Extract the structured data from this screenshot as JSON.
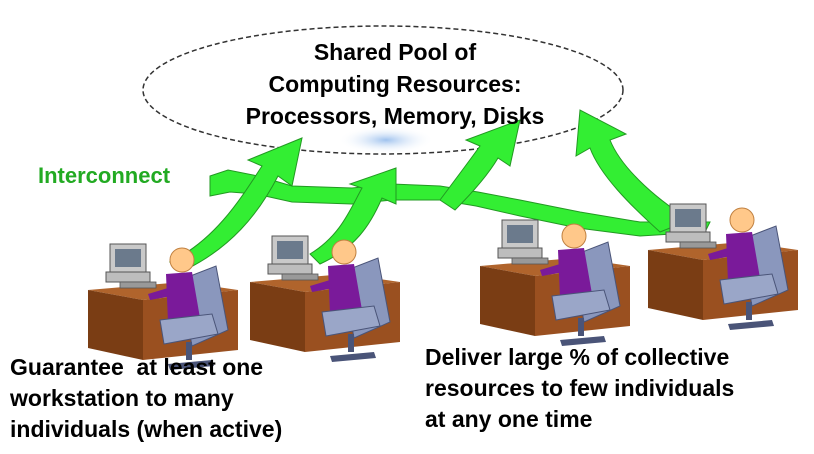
{
  "cloud": {
    "lines": [
      "Shared Pool of",
      "Computing Resources:",
      "Processors, Memory, Disks"
    ]
  },
  "interconnect_label": "Interconnect",
  "captions": {
    "left": [
      "Guarantee  at least one",
      "workstation to many",
      "individuals (when active)"
    ],
    "right": [
      "Deliver large % of collective",
      "resources to few individuals",
      "at any one time"
    ]
  },
  "colors": {
    "arrow_fill": "#33ee33",
    "arrow_dark": "#229922",
    "interconnect_text": "#22aa22",
    "desk": "#8b4a1c",
    "chair": "#8090b8",
    "person_body": "#7a1a9a",
    "skin": "#ffc88a"
  },
  "workstation_icons": [
    "workstation-person-icon",
    "workstation-person-icon",
    "workstation-person-icon",
    "workstation-person-icon"
  ]
}
